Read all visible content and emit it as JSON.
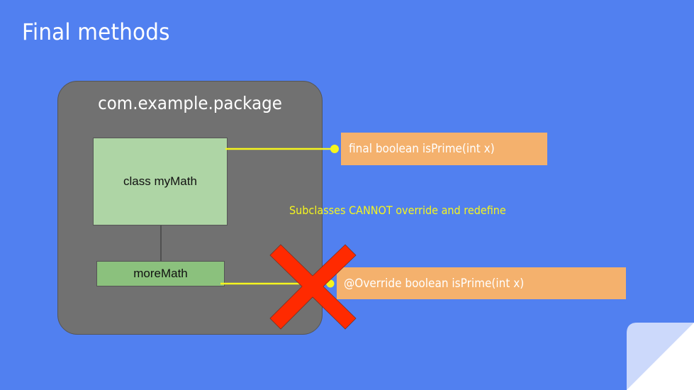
{
  "slide": {
    "title": "Final methods",
    "background_color": "#5180f0"
  },
  "diagram": {
    "package": {
      "label": "com.example.package",
      "color": "#717171"
    },
    "class_box": {
      "label": "class myMath",
      "color": "#aed5a5"
    },
    "subclass_box": {
      "label": "moreMath",
      "color": "#8bc17d"
    },
    "final_method": {
      "label": "final boolean isPrime(int x)",
      "color": "#f4b16d"
    },
    "override_method": {
      "label": "@Override boolean isPrime(int x)",
      "color": "#f4b16d"
    },
    "note": {
      "label": "Subclasses CANNOT override and redefine",
      "color": "#f5f51e"
    },
    "connector_color": "#f5f51e",
    "cross": {
      "meaning": "not-allowed",
      "color": "#ff2a00"
    }
  }
}
